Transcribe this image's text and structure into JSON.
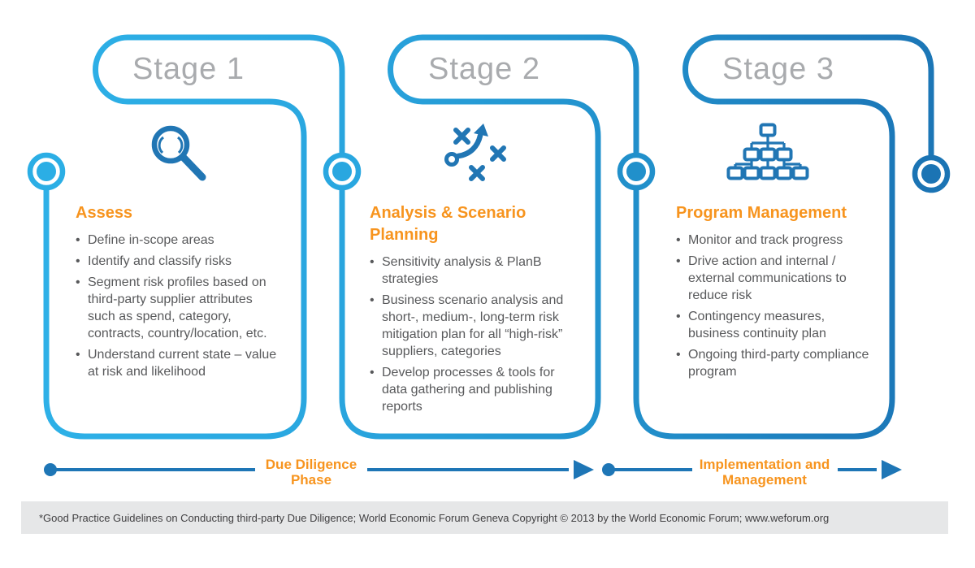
{
  "stages": [
    {
      "title": "Stage 1",
      "icon": "magnifier-icon",
      "heading": "Assess",
      "bullets": [
        "Define in-scope areas",
        "Identify and classify risks",
        "Segment risk profiles based on third-party supplier attributes such as spend, category, contracts, country/location, etc.",
        "Understand current state – value at risk and likelihood"
      ]
    },
    {
      "title": "Stage 2",
      "icon": "strategy-icon",
      "heading": "Analysis & Scenario Planning",
      "bullets": [
        "Sensitivity analysis & PlanB strategies",
        "Business scenario analysis and short-, medium-, long-term risk mitigation plan for all “high-risk” suppliers, categories",
        "Develop processes & tools for data gathering and publishing reports"
      ]
    },
    {
      "title": "Stage 3",
      "icon": "org-chart-icon",
      "heading": "Program Management",
      "bullets": [
        "Monitor and track progress",
        "Drive action and internal / external communications to reduce risk",
        "Contingency measures, business continuity plan",
        "Ongoing third-party compliance program"
      ]
    }
  ],
  "timeline": [
    {
      "label": "Due Diligence Phase"
    },
    {
      "label": "Implementation and Management"
    }
  ],
  "footer": {
    "note": "*Good Practice Guidelines on Conducting third-party Due Diligence; World Economic Forum Geneva Copyright © 2013 by the World Economic Forum; www.weforum.org"
  },
  "colors": {
    "stage1_line": "#2EB2E8",
    "stage2_line": "#2496D1",
    "stage3_line": "#1B74B4",
    "icon_blue": "#2176B4",
    "timeline_blue": "#1E76B6",
    "accent_orange": "#F7941E",
    "title_gray": "#A9ABAE",
    "body_text": "#58595B",
    "footer_bg": "#E6E7E8",
    "footer_text": "#414042"
  }
}
